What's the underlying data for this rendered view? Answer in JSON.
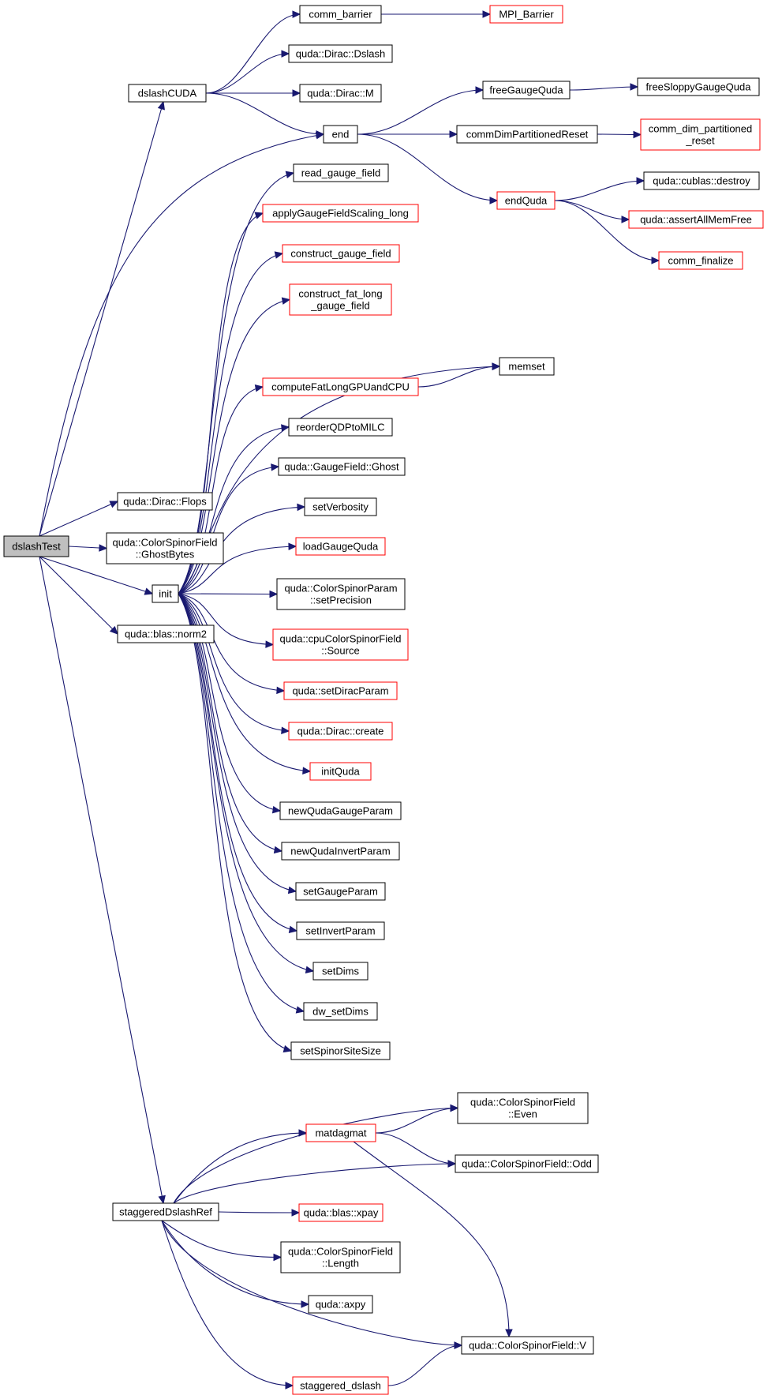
{
  "graph": {
    "root": "dslashTest",
    "nodes": {
      "dslashTest": {
        "lines": [
          "dslashTest"
        ],
        "style": "root"
      },
      "dslashCUDA": {
        "lines": [
          "dslashCUDA"
        ],
        "style": "black"
      },
      "comm_barrier": {
        "lines": [
          "comm_barrier"
        ],
        "style": "black"
      },
      "MPI_Barrier": {
        "lines": [
          "MPI_Barrier"
        ],
        "style": "red"
      },
      "dirac_dslash": {
        "lines": [
          "quda::Dirac::Dslash"
        ],
        "style": "black"
      },
      "dirac_m": {
        "lines": [
          "quda::Dirac::M"
        ],
        "style": "black"
      },
      "end": {
        "lines": [
          "end"
        ],
        "style": "black"
      },
      "freeGaugeQuda": {
        "lines": [
          "freeGaugeQuda"
        ],
        "style": "black"
      },
      "freeSloppyGaugeQuda": {
        "lines": [
          "freeSloppyGaugeQuda"
        ],
        "style": "black"
      },
      "commDimPartitionedReset": {
        "lines": [
          "commDimPartitionedReset"
        ],
        "style": "black"
      },
      "comm_dim_partitioned_reset": {
        "lines": [
          "comm_dim_partitioned",
          "_reset"
        ],
        "style": "red"
      },
      "endQuda": {
        "lines": [
          "endQuda"
        ],
        "style": "red"
      },
      "cublas_destroy": {
        "lines": [
          "quda::cublas::destroy"
        ],
        "style": "black"
      },
      "assertAllMemFree": {
        "lines": [
          "quda::assertAllMemFree"
        ],
        "style": "red"
      },
      "comm_finalize": {
        "lines": [
          "comm_finalize"
        ],
        "style": "red"
      },
      "read_gauge_field": {
        "lines": [
          "read_gauge_field"
        ],
        "style": "black"
      },
      "applyGaugeFieldScaling_long": {
        "lines": [
          "applyGaugeFieldScaling_long"
        ],
        "style": "red"
      },
      "construct_gauge_field": {
        "lines": [
          "construct_gauge_field"
        ],
        "style": "red"
      },
      "construct_fat_long_gauge_field": {
        "lines": [
          "construct_fat_long",
          "_gauge_field"
        ],
        "style": "red"
      },
      "memset": {
        "lines": [
          "memset"
        ],
        "style": "black"
      },
      "computeFatLongGPUandCPU": {
        "lines": [
          "computeFatLongGPUandCPU"
        ],
        "style": "red"
      },
      "reorderQDPtoMILC": {
        "lines": [
          "reorderQDPtoMILC"
        ],
        "style": "black"
      },
      "gaugefield_ghost": {
        "lines": [
          "quda::GaugeField::Ghost"
        ],
        "style": "black"
      },
      "setVerbosity": {
        "lines": [
          "setVerbosity"
        ],
        "style": "black"
      },
      "loadGaugeQuda": {
        "lines": [
          "loadGaugeQuda"
        ],
        "style": "red"
      },
      "setPrecision": {
        "lines": [
          "quda::ColorSpinorParam",
          "::setPrecision"
        ],
        "style": "black"
      },
      "cpuSource": {
        "lines": [
          "quda::cpuColorSpinorField",
          "::Source"
        ],
        "style": "red"
      },
      "setDiracParam": {
        "lines": [
          "quda::setDiracParam"
        ],
        "style": "red"
      },
      "dirac_create": {
        "lines": [
          "quda::Dirac::create"
        ],
        "style": "red"
      },
      "initQuda": {
        "lines": [
          "initQuda"
        ],
        "style": "red"
      },
      "newQudaGaugeParam": {
        "lines": [
          "newQudaGaugeParam"
        ],
        "style": "black"
      },
      "newQudaInvertParam": {
        "lines": [
          "newQudaInvertParam"
        ],
        "style": "black"
      },
      "setGaugeParam": {
        "lines": [
          "setGaugeParam"
        ],
        "style": "black"
      },
      "setInvertParam": {
        "lines": [
          "setInvertParam"
        ],
        "style": "black"
      },
      "setDims": {
        "lines": [
          "setDims"
        ],
        "style": "black"
      },
      "dw_setDims": {
        "lines": [
          "dw_setDims"
        ],
        "style": "black"
      },
      "setSpinorSiteSize": {
        "lines": [
          "setSpinorSiteSize"
        ],
        "style": "black"
      },
      "dirac_flops": {
        "lines": [
          "quda::Dirac::Flops"
        ],
        "style": "black"
      },
      "ghostBytes": {
        "lines": [
          "quda::ColorSpinorField",
          "::GhostBytes"
        ],
        "style": "black"
      },
      "init": {
        "lines": [
          "init"
        ],
        "style": "black"
      },
      "norm2": {
        "lines": [
          "quda::blas::norm2"
        ],
        "style": "black"
      },
      "staggeredDslashRef": {
        "lines": [
          "staggeredDslashRef"
        ],
        "style": "black"
      },
      "matdagmat": {
        "lines": [
          "matdagmat"
        ],
        "style": "red"
      },
      "csf_even": {
        "lines": [
          "quda::ColorSpinorField",
          "::Even"
        ],
        "style": "black"
      },
      "csf_odd": {
        "lines": [
          "quda::ColorSpinorField::Odd"
        ],
        "style": "black"
      },
      "xpay": {
        "lines": [
          "quda::blas::xpay"
        ],
        "style": "red"
      },
      "csf_length": {
        "lines": [
          "quda::ColorSpinorField",
          "::Length"
        ],
        "style": "black"
      },
      "axpy": {
        "lines": [
          "quda::axpy"
        ],
        "style": "black"
      },
      "csf_v": {
        "lines": [
          "quda::ColorSpinorField::V"
        ],
        "style": "black"
      },
      "staggered_dslash": {
        "lines": [
          "staggered_dslash"
        ],
        "style": "red"
      }
    },
    "edges": [
      [
        "dslashTest",
        "dslashCUDA"
      ],
      [
        "dslashTest",
        "end"
      ],
      [
        "dslashTest",
        "dirac_flops"
      ],
      [
        "dslashTest",
        "ghostBytes"
      ],
      [
        "dslashTest",
        "init"
      ],
      [
        "dslashTest",
        "norm2"
      ],
      [
        "dslashTest",
        "staggeredDslashRef"
      ],
      [
        "dslashCUDA",
        "comm_barrier"
      ],
      [
        "dslashCUDA",
        "dirac_dslash"
      ],
      [
        "dslashCUDA",
        "dirac_m"
      ],
      [
        "dslashCUDA",
        "end"
      ],
      [
        "comm_barrier",
        "MPI_Barrier"
      ],
      [
        "end",
        "freeGaugeQuda"
      ],
      [
        "end",
        "commDimPartitionedReset"
      ],
      [
        "end",
        "endQuda"
      ],
      [
        "freeGaugeQuda",
        "freeSloppyGaugeQuda"
      ],
      [
        "commDimPartitionedReset",
        "comm_dim_partitioned_reset"
      ],
      [
        "endQuda",
        "cublas_destroy"
      ],
      [
        "endQuda",
        "assertAllMemFree"
      ],
      [
        "endQuda",
        "comm_finalize"
      ],
      [
        "computeFatLongGPUandCPU",
        "memset"
      ],
      [
        "init",
        "read_gauge_field"
      ],
      [
        "init",
        "applyGaugeFieldScaling_long"
      ],
      [
        "init",
        "construct_gauge_field"
      ],
      [
        "init",
        "construct_fat_long_gauge_field"
      ],
      [
        "init",
        "memset"
      ],
      [
        "init",
        "computeFatLongGPUandCPU"
      ],
      [
        "init",
        "reorderQDPtoMILC"
      ],
      [
        "init",
        "gaugefield_ghost"
      ],
      [
        "init",
        "setVerbosity"
      ],
      [
        "init",
        "loadGaugeQuda"
      ],
      [
        "init",
        "setPrecision"
      ],
      [
        "init",
        "cpuSource"
      ],
      [
        "init",
        "setDiracParam"
      ],
      [
        "init",
        "dirac_create"
      ],
      [
        "init",
        "initQuda"
      ],
      [
        "init",
        "newQudaGaugeParam"
      ],
      [
        "init",
        "newQudaInvertParam"
      ],
      [
        "init",
        "setGaugeParam"
      ],
      [
        "init",
        "setInvertParam"
      ],
      [
        "init",
        "setDims"
      ],
      [
        "init",
        "dw_setDims"
      ],
      [
        "init",
        "setSpinorSiteSize"
      ],
      [
        "staggeredDslashRef",
        "matdagmat"
      ],
      [
        "staggeredDslashRef",
        "csf_even"
      ],
      [
        "staggeredDslashRef",
        "csf_odd"
      ],
      [
        "staggeredDslashRef",
        "xpay"
      ],
      [
        "staggeredDslashRef",
        "csf_length"
      ],
      [
        "staggeredDslashRef",
        "axpy"
      ],
      [
        "staggeredDslashRef",
        "csf_v"
      ],
      [
        "staggeredDslashRef",
        "staggered_dslash"
      ],
      [
        "matdagmat",
        "csf_even"
      ],
      [
        "matdagmat",
        "csf_odd"
      ],
      [
        "matdagmat",
        "csf_v"
      ],
      [
        "staggered_dslash",
        "csf_v"
      ]
    ]
  }
}
